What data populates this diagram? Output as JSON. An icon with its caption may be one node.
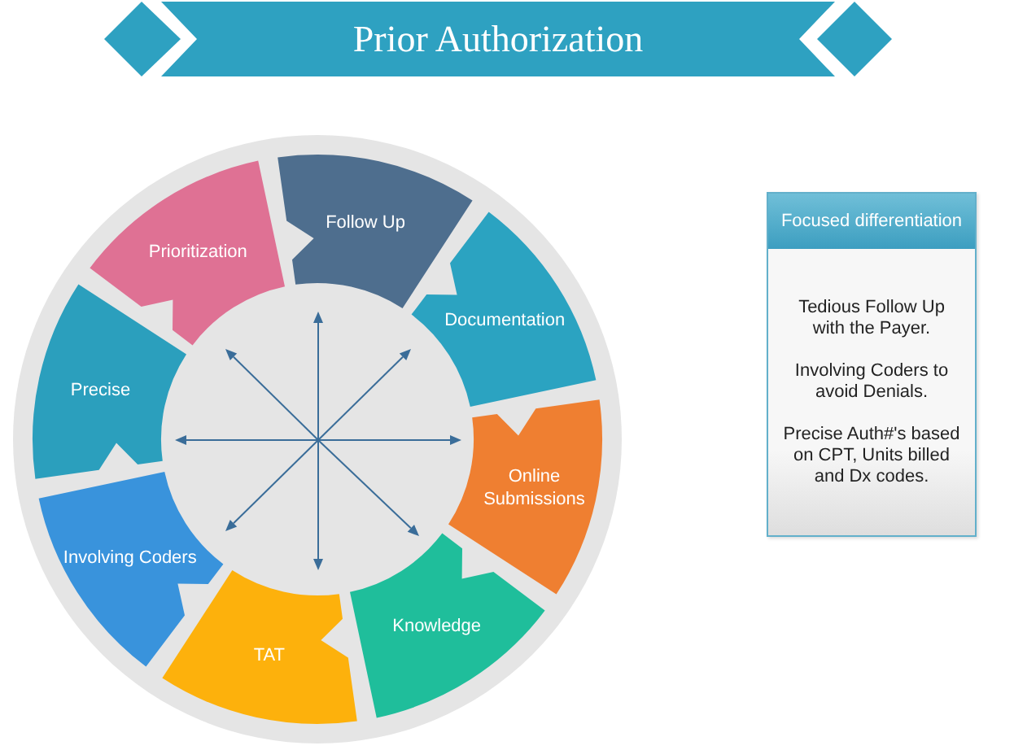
{
  "diagram": {
    "title": "Prior Authorization",
    "nodes": [
      {
        "text": [],
        "shape": "circle"
      },
      {
        "text": [
          "Follow Up"
        ],
        "in": 0
      },
      {
        "text": [
          "Documentation"
        ],
        "in": 0
      },
      {
        "text": [
          "Online Submissions"
        ],
        "in": 0
      },
      {
        "text": [
          "Knowledge"
        ],
        "in": 0
      },
      {
        "text": [
          "TAT"
        ],
        "in": 0
      },
      {
        "text": [
          "Involving Coders"
        ],
        "in": 0
      },
      {
        "text": [
          "Precise"
        ],
        "in": 0
      },
      {
        "text": [
          "Prioritization"
        ],
        "in": 0
      },
      {
        "text": [
          "Focused differentiation",
          "Tedious Follow Up with the Payer.",
          "Involving Coders to avoid Denials.",
          "Precise Auth#'s based on CPT, Units billed and Dx codes."
        ]
      }
    ]
  }
}
